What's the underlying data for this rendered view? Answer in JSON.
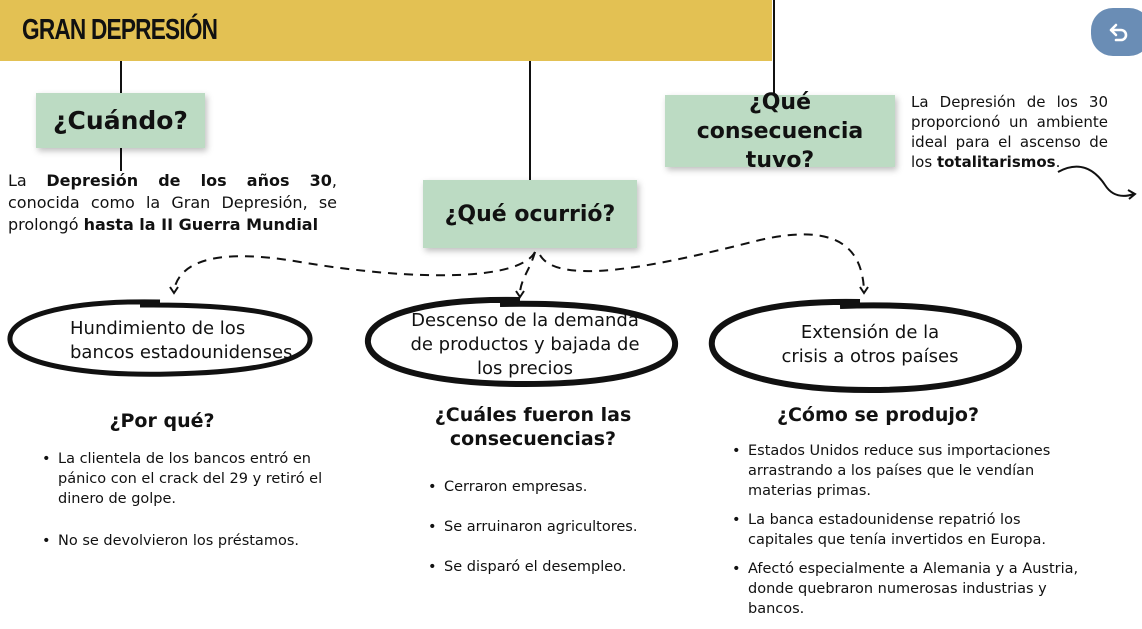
{
  "header": {
    "title": "Gran Depresión"
  },
  "back_button": {
    "icon": "undo-arrow-icon",
    "color": "#6a8db5"
  },
  "colors": {
    "header": "#e3c153",
    "box": "#bcdbc3"
  },
  "when": {
    "label": "¿Cuándo?",
    "text_1": "La ",
    "text_2": "Depresión de los años 30",
    "text_3": ", conocida como la Gran Depresión, se prolongó ",
    "text_4": "hasta la II Guerra Mundial"
  },
  "what": {
    "label": "¿Qué ocurrió?"
  },
  "consequence": {
    "label": "¿Qué consecuencia tuvo?",
    "text_1": "La Depresión de los 30 proporcionó un ambiente ideal para el ascenso de los ",
    "text_2": "totalitarismos",
    "text_3": "."
  },
  "columns": [
    {
      "ellipse": "Hundimiento de los bancos estadounidenses",
      "heading": "¿Por qué?",
      "bullets": [
        "La clientela de los bancos entró en pánico con el crack del 29 y retiró el dinero de golpe.",
        "No se devolvieron los préstamos."
      ]
    },
    {
      "ellipse": "Descenso de la demanda de productos y bajada de los precios",
      "heading": "¿Cuáles fueron las consecuencias?",
      "bullets": [
        "Cerraron empresas.",
        "Se arruinaron agricultores.",
        "Se disparó el desempleo."
      ]
    },
    {
      "ellipse": "Extensión de la crisis a otros países",
      "heading": "¿Cómo se produjo?",
      "bullets": [
        "Estados Unidos reduce sus importaciones arrastrando a los países que le vendían materias primas.",
        "La banca estadounidense repatrió los capitales que tenía invertidos en Europa.",
        "Afectó especialmente a Alemania y a Austria, donde quebraron numerosas industrias y bancos."
      ]
    }
  ]
}
